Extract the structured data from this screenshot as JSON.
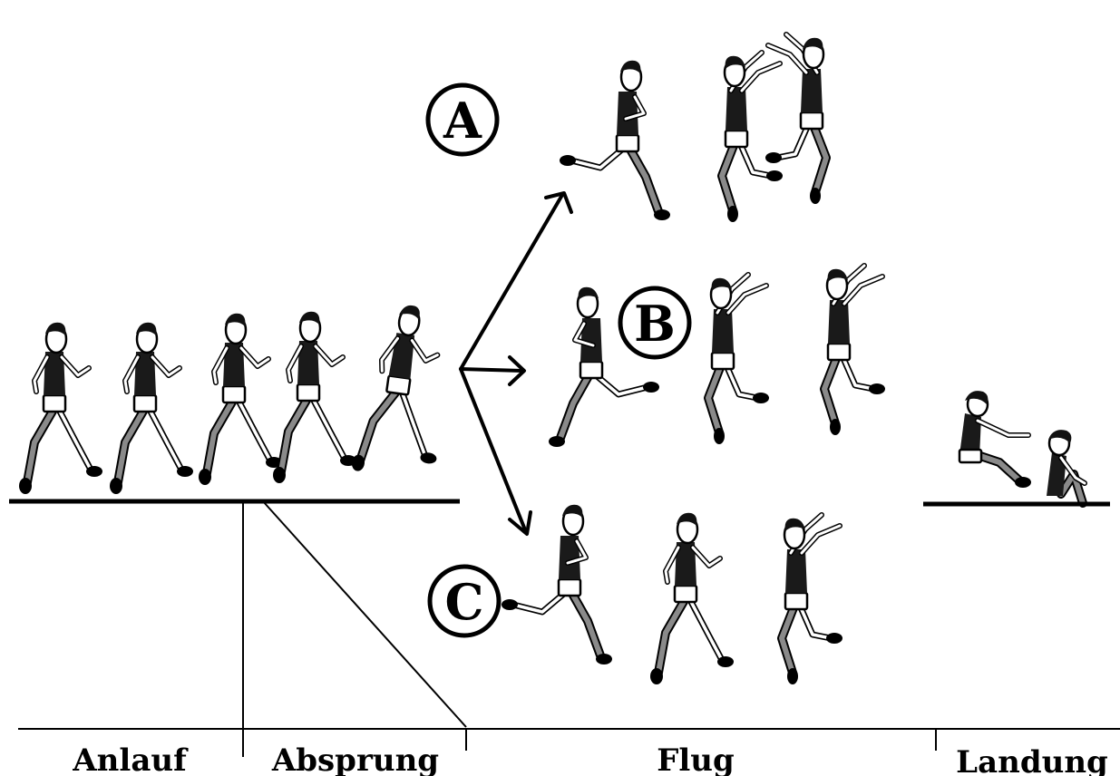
{
  "variants": [
    {
      "id": "A",
      "label": "A"
    },
    {
      "id": "B",
      "label": "B"
    },
    {
      "id": "C",
      "label": "C"
    }
  ],
  "phases": [
    {
      "id": "anlauf",
      "label": "Anlauf"
    },
    {
      "id": "absprung",
      "label": "Absprung"
    },
    {
      "id": "flug",
      "label": "Flug"
    },
    {
      "id": "landung",
      "label": "Landung"
    }
  ],
  "colors": {
    "ink": "#000000",
    "background": "#ffffff",
    "shading": "#8a8a8a"
  }
}
